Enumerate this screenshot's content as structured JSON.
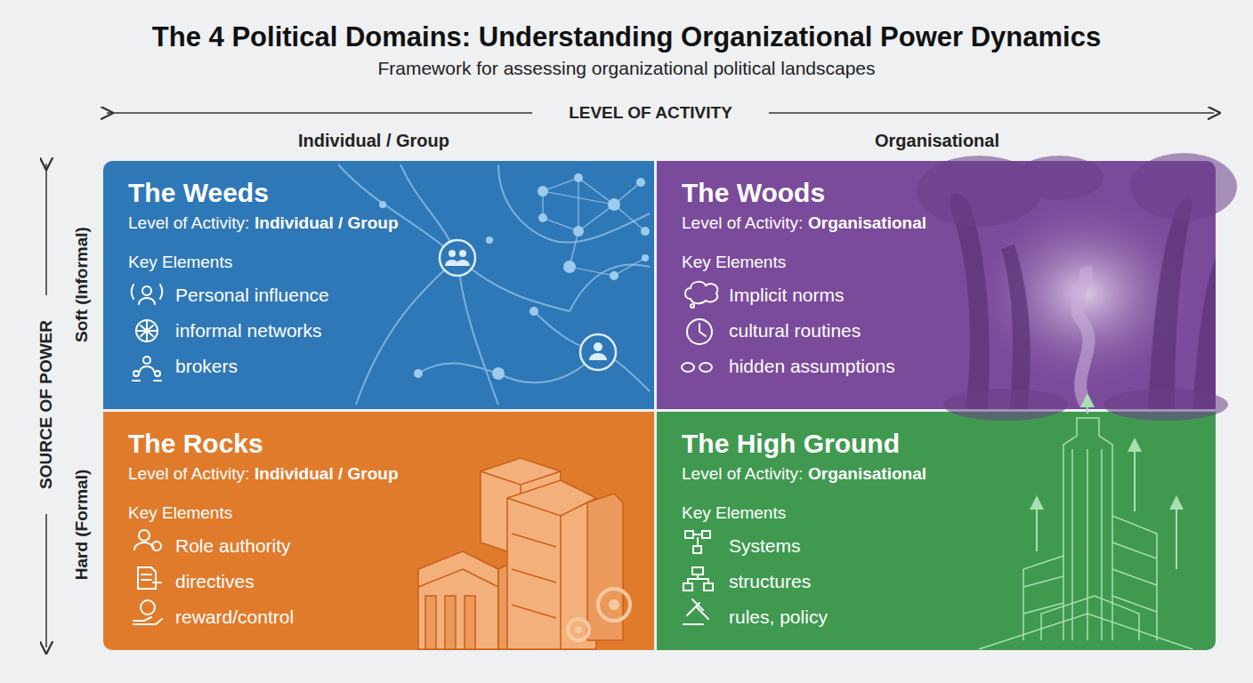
{
  "diagram": {
    "title": "The 4 Political Domains: Understanding Organizational Power Dynamics",
    "nodes": [
      {
        "text": [
          "The Weeds",
          "Level of Activity:",
          "Individual / Group",
          "Key Elements",
          "Personal influence",
          "informal networks",
          "brokers"
        ]
      },
      {
        "text": [
          "The Woods",
          "Level of Activity:",
          "Organisational",
          "Key Elements",
          "Implicit norms",
          "cultural routines",
          "hidden assumptions"
        ]
      },
      {
        "text": [
          "The Rocks",
          "Level of Activity:",
          "Individual / Group",
          "Key Elements",
          "Role authority",
          "directives",
          "reward/control"
        ]
      },
      {
        "text": [
          "The High Ground",
          "Level of Activity:",
          "Organisational",
          "Key Elements",
          "Systems",
          "structures",
          "rules, policy"
        ]
      }
    ],
    "edges": [],
    "labels": [
      "Framework for assessing organizational political landscapes",
      "LEVEL OF ACTIVITY",
      "Individual / Group",
      "Organisational",
      "SOURCE OF POWER",
      "Soft (Informal)",
      "Hard (Formal)"
    ]
  }
}
